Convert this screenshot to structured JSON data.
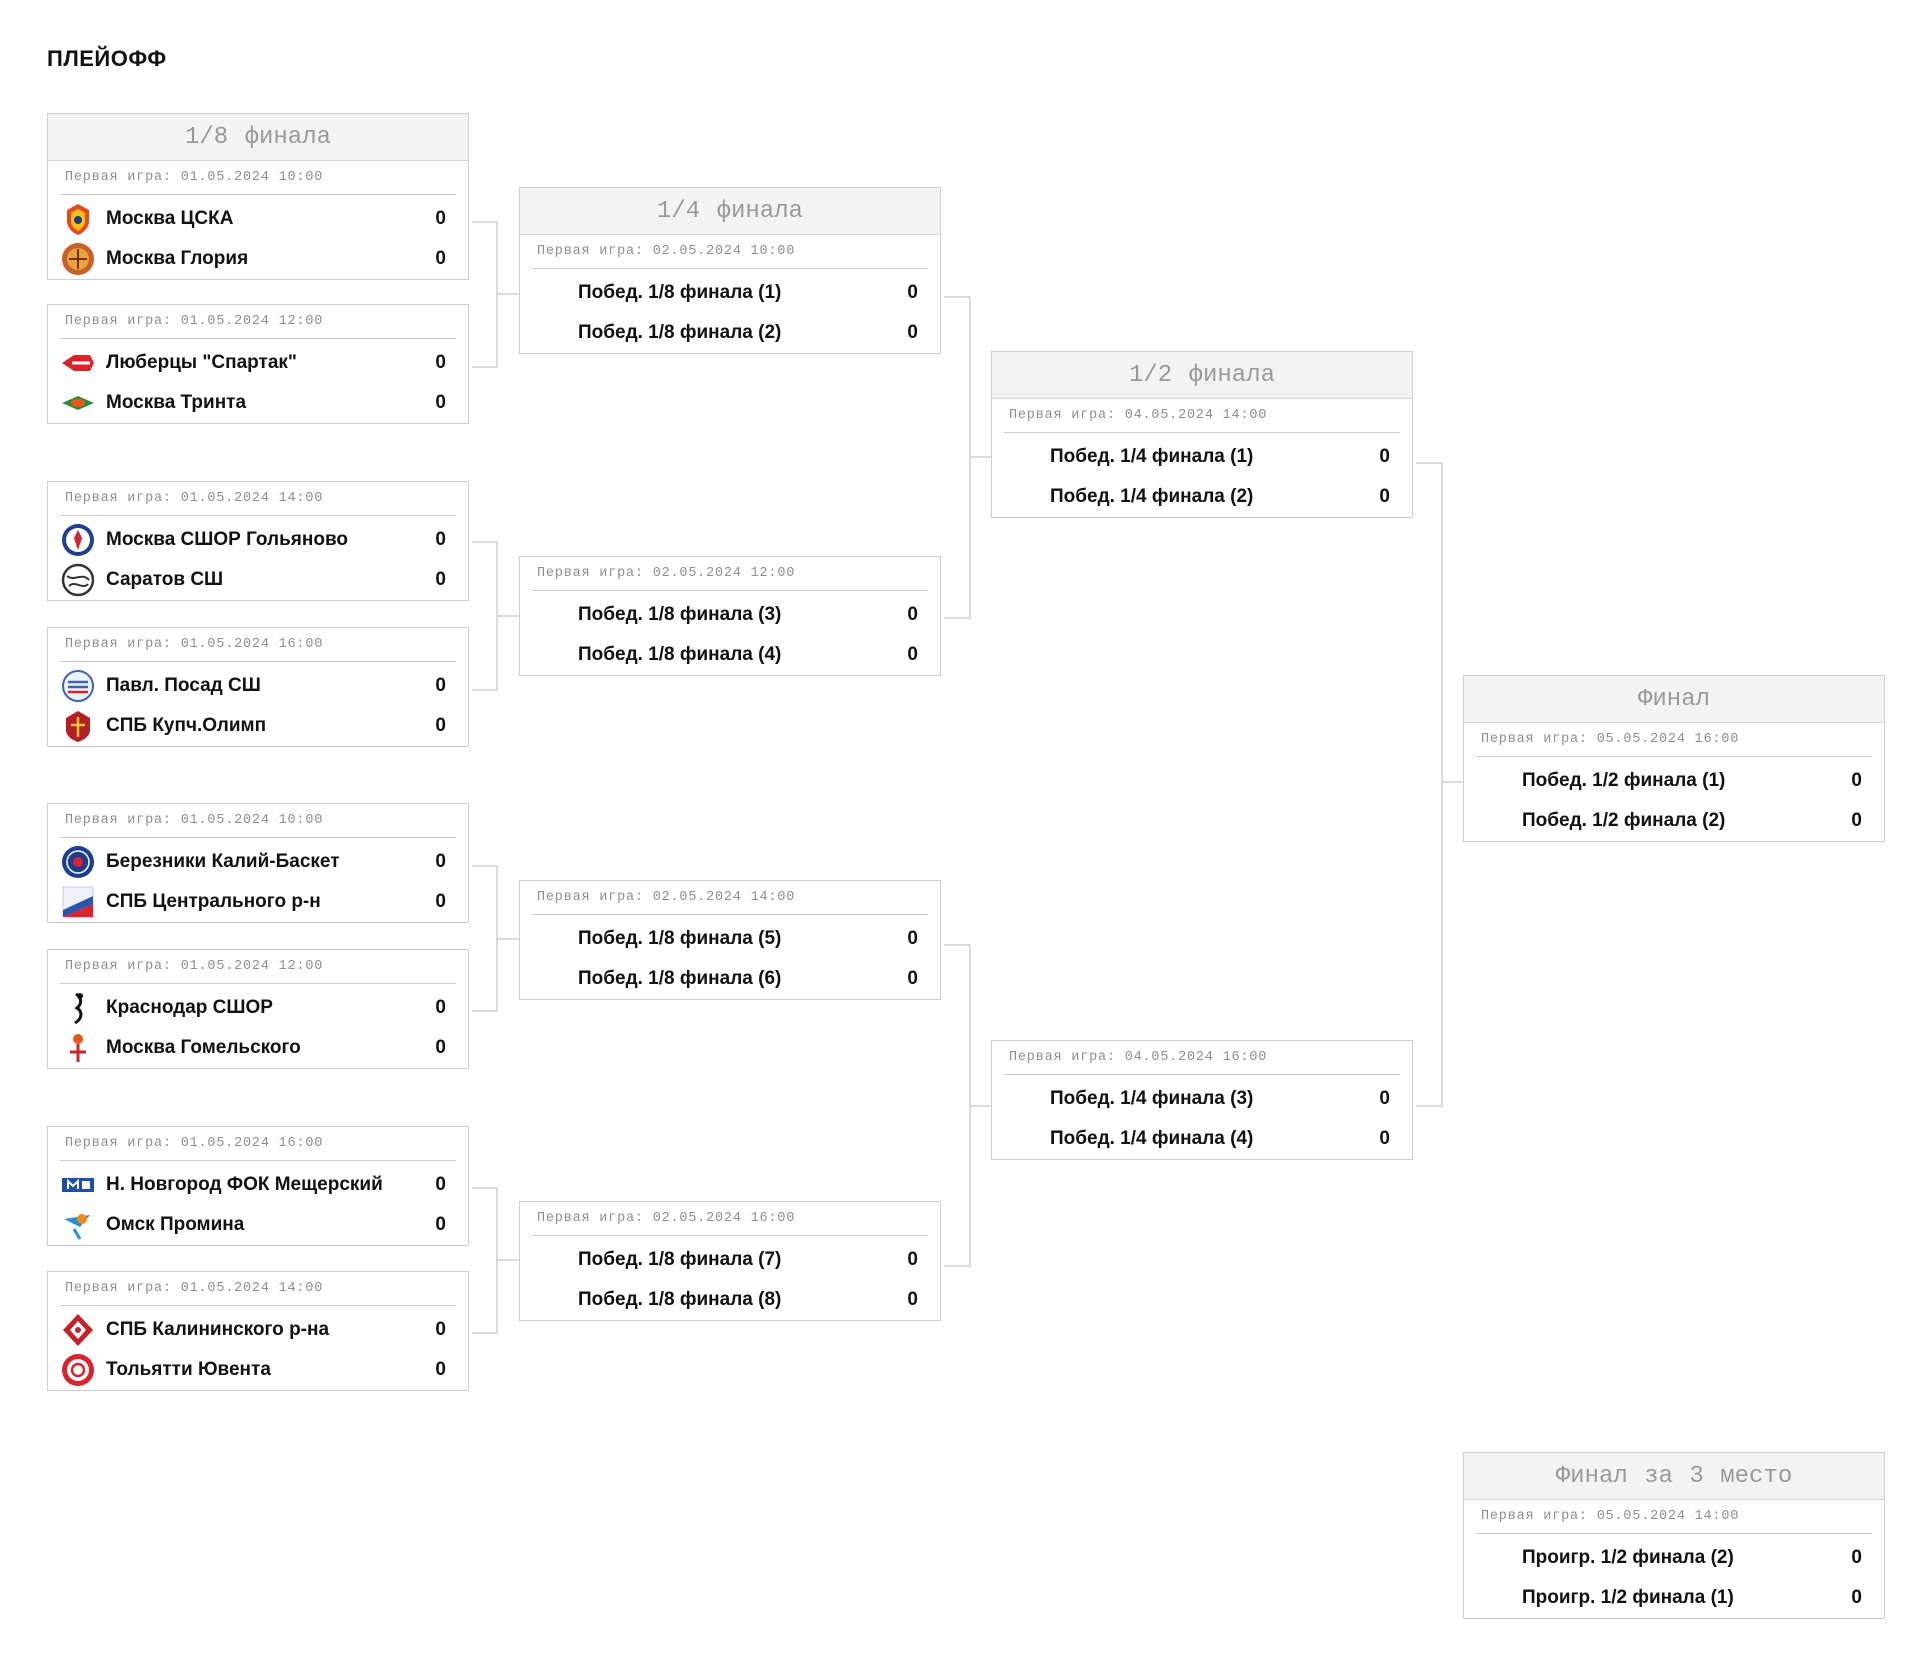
{
  "page_title": "ПЛЕЙОФФ",
  "rounds": {
    "r16": "1/8 финала",
    "qf": "1/4 финала",
    "sf": "1/2 финала",
    "final": "Финал",
    "third": "Финал за 3 место"
  },
  "matches": {
    "r16_1": {
      "date": "Первая игра: 01.05.2024 10:00",
      "team1": "Москва ЦСКА",
      "score1": "0",
      "team2": "Москва Глория",
      "score2": "0"
    },
    "r16_2": {
      "date": "Первая игра: 01.05.2024 12:00",
      "team1": "Люберцы \"Спартак\"",
      "score1": "0",
      "team2": "Москва Тринта",
      "score2": "0"
    },
    "r16_3": {
      "date": "Первая игра: 01.05.2024 14:00",
      "team1": "Москва СШОР Гольяново",
      "score1": "0",
      "team2": "Саратов СШ",
      "score2": "0"
    },
    "r16_4": {
      "date": "Первая игра: 01.05.2024 16:00",
      "team1": "Павл. Посад СШ",
      "score1": "0",
      "team2": "СПБ Купч.Олимп",
      "score2": "0"
    },
    "r16_5": {
      "date": "Первая игра: 01.05.2024 10:00",
      "team1": "Березники Калий-Баскет",
      "score1": "0",
      "team2": "СПБ Центрального р-н",
      "score2": "0"
    },
    "r16_6": {
      "date": "Первая игра: 01.05.2024 12:00",
      "team1": "Краснодар СШОР",
      "score1": "0",
      "team2": "Москва Гомельского",
      "score2": "0"
    },
    "r16_7": {
      "date": "Первая игра: 01.05.2024 16:00",
      "team1": "Н. Новгород ФОК Мещерский",
      "score1": "0",
      "team2": "Омск Промина",
      "score2": "0"
    },
    "r16_8": {
      "date": "Первая игра: 01.05.2024 14:00",
      "team1": "СПБ Калининского р-на",
      "score1": "0",
      "team2": "Тольятти Ювента",
      "score2": "0"
    },
    "qf_1": {
      "date": "Первая игра: 02.05.2024 10:00",
      "team1": "Побед. 1/8 финала (1)",
      "score1": "0",
      "team2": "Побед. 1/8 финала (2)",
      "score2": "0"
    },
    "qf_2": {
      "date": "Первая игра: 02.05.2024 12:00",
      "team1": "Побед. 1/8 финала (3)",
      "score1": "0",
      "team2": "Побед. 1/8 финала (4)",
      "score2": "0"
    },
    "qf_3": {
      "date": "Первая игра: 02.05.2024 14:00",
      "team1": "Побед. 1/8 финала (5)",
      "score1": "0",
      "team2": "Побед. 1/8 финала (6)",
      "score2": "0"
    },
    "qf_4": {
      "date": "Первая игра: 02.05.2024 16:00",
      "team1": "Побед. 1/8 финала (7)",
      "score1": "0",
      "team2": "Побед. 1/8 финала (8)",
      "score2": "0"
    },
    "sf_1": {
      "date": "Первая игра: 04.05.2024 14:00",
      "team1": "Побед. 1/4 финала (1)",
      "score1": "0",
      "team2": "Побед. 1/4 финала (2)",
      "score2": "0"
    },
    "sf_2": {
      "date": "Первая игра: 04.05.2024 16:00",
      "team1": "Побед. 1/4 финала (3)",
      "score1": "0",
      "team2": "Побед. 1/4 финала (4)",
      "score2": "0"
    },
    "final": {
      "date": "Первая игра: 05.05.2024 16:00",
      "team1": "Побед. 1/2 финала (1)",
      "score1": "0",
      "team2": "Побед. 1/2 финала (2)",
      "score2": "0"
    },
    "third": {
      "date": "Первая игра: 05.05.2024 14:00",
      "team1": "Проигр. 1/2 финала (2)",
      "score1": "0",
      "team2": "Проигр. 1/2 финала (1)",
      "score2": "0"
    }
  },
  "logos": {
    "cska": "cska-logo-icon",
    "gloria": "gloria-logo-icon",
    "spartak": "spartak-logo-icon",
    "trinta": "trinta-logo-icon",
    "golyanovo": "golyanovo-logo-icon",
    "saratov": "saratov-logo-icon",
    "posad": "posad-logo-icon",
    "kupch": "kupch-olimp-logo-icon",
    "kaliy": "kaliy-basket-logo-icon",
    "central": "central-district-logo-icon",
    "krasnodar": "krasnodar-logo-icon",
    "gomelsky": "gomelsky-logo-icon",
    "meshchersky": "meshchersky-logo-icon",
    "promina": "promina-logo-icon",
    "kalininsky": "kalininsky-logo-icon",
    "yuventa": "yuventa-logo-icon"
  },
  "colors": {
    "border": "#cfcfcf",
    "header_bg": "#f3f3f3",
    "header_text": "#9a9a9a",
    "date_text": "#8e8e8e",
    "text": "#111111"
  }
}
